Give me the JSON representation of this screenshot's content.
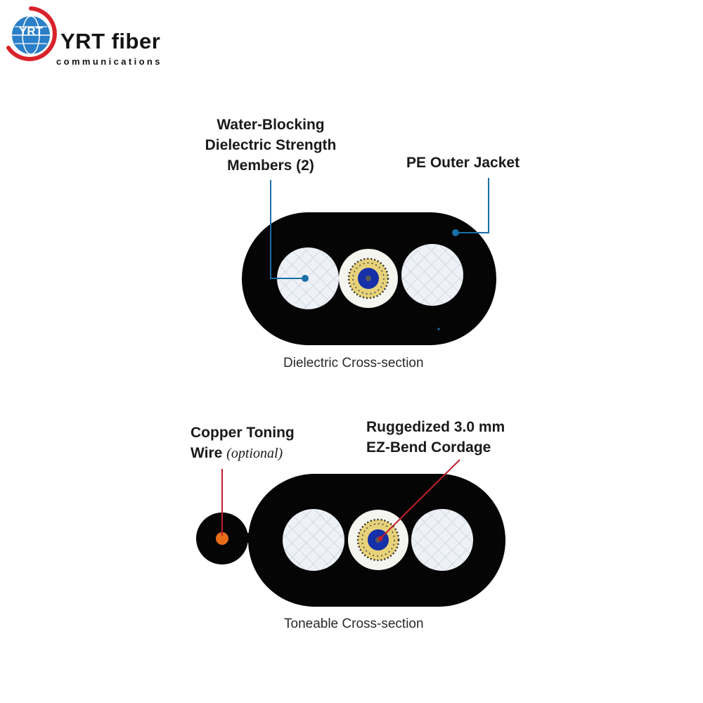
{
  "logo": {
    "mark": "YRT",
    "name": "YRT fiber",
    "tagline": "communications",
    "colors": {
      "red": "#d8222a",
      "blue": "#2a7fc8"
    }
  },
  "dielectric": {
    "caption": "Dielectric Cross-section",
    "labels": {
      "strength_members": [
        "Water-Blocking",
        "Dielectric Strength",
        "Members (2)"
      ],
      "outer_jacket": "PE Outer Jacket"
    }
  },
  "toneable": {
    "caption": "Toneable Cross-section",
    "labels": {
      "toning_wire": {
        "line1": "Copper Toning",
        "line2": "Wire",
        "note": "(optional)"
      },
      "cordage": [
        "Ruggedized 3.0 mm",
        "EZ-Bend Cordage"
      ]
    }
  },
  "colors": {
    "jacket": "#050505",
    "strength_member": "#eef1f6",
    "leader_blue": "#1a6fa6",
    "leader_red": "#c0202c",
    "fiber_core": "#1530a8",
    "toning_wire": "#e86d1a"
  }
}
